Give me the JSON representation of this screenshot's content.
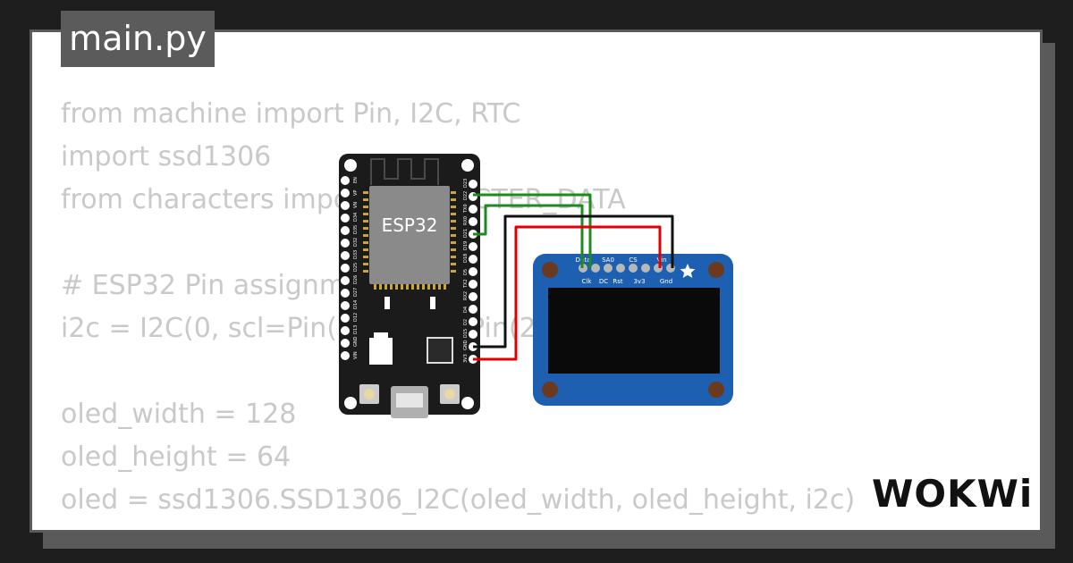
{
  "tab": {
    "filename": "main.py"
  },
  "code": {
    "lines": [
      "from machine import Pin, I2C, RTC",
      "import ssd1306",
      "from characters import CHARACTER_DATA",
      "",
      "# ESP32 Pin assignment",
      "i2c = I2C(0, scl=Pin(22), sda=Pin(21))",
      "",
      "oled_width = 128",
      "oled_height = 64",
      "oled = ssd1306.SSD1306_I2C(oled_width, oled_height, i2c)"
    ]
  },
  "esp32": {
    "label": "ESP32",
    "left_pins": [
      "EN",
      "VP",
      "VN",
      "D34",
      "D35",
      "D32",
      "D33",
      "D25",
      "D26",
      "D27",
      "D14",
      "D12",
      "D13",
      "GND",
      "VIN"
    ],
    "right_pins": [
      "D23",
      "D22",
      "TX0",
      "RX0",
      "D21",
      "D19",
      "D18",
      "D5",
      "TX2",
      "RX2",
      "D4",
      "D2",
      "D15",
      "GND",
      "3V3"
    ]
  },
  "oled": {
    "top_labels": [
      "Data",
      "SA0",
      "CS",
      "Vin"
    ],
    "bottom_labels": [
      "Clk",
      "DC",
      "Rst",
      "3v3",
      "Gnd"
    ]
  },
  "brand": {
    "logo": "WOKWi"
  },
  "colors": {
    "board": "#1b1b1b",
    "oled_pcb": "#1d5fb0",
    "wire_green": "#1f8a1f",
    "wire_red": "#e00000",
    "wire_black": "#111111",
    "code_text": "#c9c9c9"
  },
  "icons": {
    "oled_star": "star-icon"
  }
}
